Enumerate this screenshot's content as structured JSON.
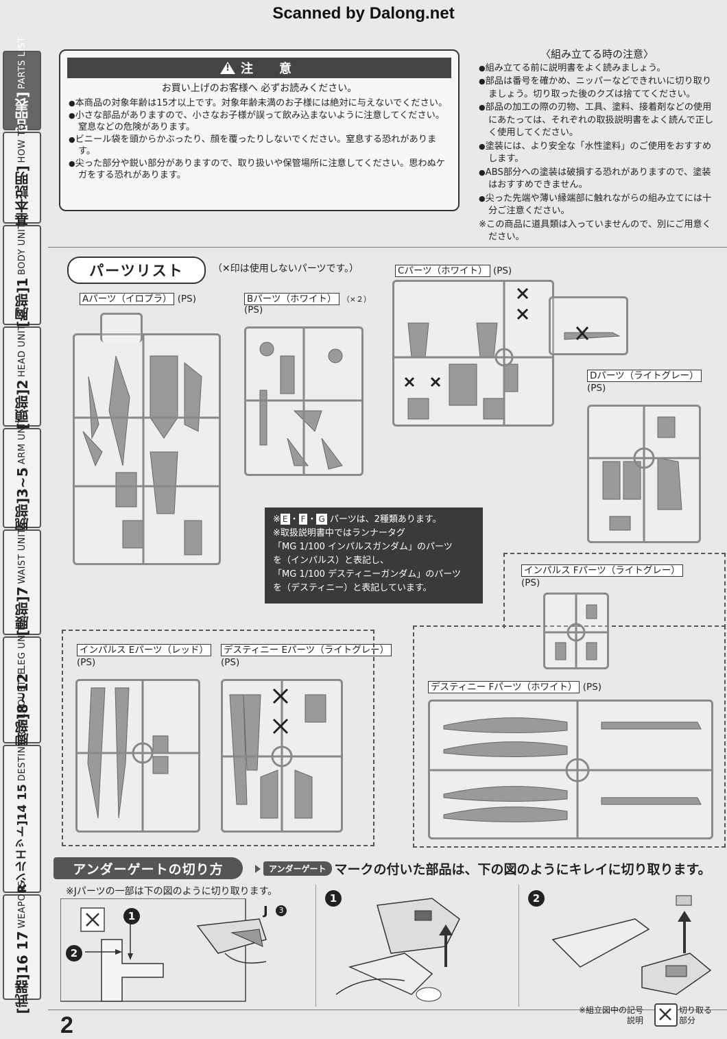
{
  "header": {
    "scan_credit": "Scanned by Dalong.net"
  },
  "tabs": [
    {
      "jp": "[部品表]",
      "en": "PARTS LIST",
      "active": true
    },
    {
      "jp": "[基本説明]",
      "en": "HOW TO"
    },
    {
      "jp": "[胸部]1",
      "en": "BODY UNIT"
    },
    {
      "jp": "[頭部]2",
      "en": "HEAD UNIT"
    },
    {
      "jp": "[腕部]3~5",
      "en": "ARM UNIT"
    },
    {
      "jp": "[腰部]7",
      "en": "WAIST UNIT"
    },
    {
      "jp": "[脚部]8~12",
      "en": "LEG UNIT"
    },
    {
      "jp": "[デスティニーRシルエット]14 15",
      "en": "DESTINY R SILHOUETTE"
    },
    {
      "jp": "[武器]16 17",
      "en": "WEAPONS"
    }
  ],
  "caution": {
    "title": "注　意",
    "subtitle": "お買い上げのお客様へ 必ずお読みください。",
    "items": [
      "本商品の対象年齢は15才以上です。対象年齢未満のお子様には絶対に与えないでください。",
      "小さな部品がありますので、小さなお子様が誤って飲み込まないように注意してください。窒息などの危険があります。",
      "ビニール袋を頭からかぶったり、顔を覆ったりしないでください。窒息する恐れがあります。",
      "尖った部分や鋭い部分がありますので、取り扱いや保管場所に注意してください。思わぬケガをする恐れがあります。"
    ]
  },
  "assembly": {
    "title": "〈組み立てる時の注意〉",
    "items": [
      "組み立てる前に説明書をよく読みましょう。",
      "部品は番号を確かめ、ニッパーなどできれいに切り取りましょう。切り取った後のクズは捨ててください。",
      "部品の加工の際の刃物、工具、塗料、接着剤などの使用にあたっては、それぞれの取扱説明書をよく読んで正しく使用してください。",
      "塗装には、より安全な「水性塗料」のご使用をおすすめします。",
      "ABS部分への塗装は破損する恐れがありますので、塗装はおすすめできません。",
      "尖った先端や薄い縁端部に触れながらの組み立てには十分ご注意ください。"
    ],
    "footnote": "※この商品に道具類は入っていませんので、別にご用意ください。"
  },
  "parts_list": {
    "title": "パーツリスト",
    "note": "（✕印は使用しないパーツです。）",
    "runners": {
      "A": {
        "name": "Aパーツ（イロプラ）",
        "material": "(PS)"
      },
      "B": {
        "name": "Bパーツ（ホワイト）",
        "material": "(PS)",
        "qty": "（×２）"
      },
      "C": {
        "name": "Cパーツ（ホワイト）",
        "material": "(PS)"
      },
      "D": {
        "name": "Dパーツ（ライトグレー）",
        "material": "(PS)"
      },
      "IF": {
        "name": "インパルス Fパーツ（ライトグレー）",
        "material": "(PS)"
      },
      "IE": {
        "name": "インパルス Eパーツ（レッド）",
        "material": "(PS)"
      },
      "DE": {
        "name": "デスティニー Eパーツ（ライトグレー）",
        "material": "(PS)"
      },
      "DF": {
        "name": "デスティニー Fパーツ（ホワイト）",
        "material": "(PS)"
      }
    },
    "info": {
      "line1_pre": "※",
      "line1_letters": [
        "E",
        "F",
        "G"
      ],
      "line1_post": "パーツは、2種類あります。",
      "line2": "※取扱説明書中ではランナータグ",
      "line3": "「MG 1/100 インパルスガンダム」のパーツ",
      "line4": "を（インパルス）と表記し、",
      "line5": "「MG 1/100 デスティニーガンダム」のパーツ",
      "line6": "を（デスティニー）と表記しています。"
    }
  },
  "under_gate": {
    "title": "アンダーゲートの切り方",
    "tag": "アンダーゲート",
    "text": "マークの付いた部品は、下の図のようにキレイに切り取ります。",
    "note": "※Jパーツの一部は下の図のように切り取ります。",
    "part_ref": "J",
    "steps": [
      "1",
      "2"
    ]
  },
  "footer": {
    "page_number": "2",
    "legend_left": "※組立図中の記号説明",
    "legend_right": "切り取る部分"
  }
}
